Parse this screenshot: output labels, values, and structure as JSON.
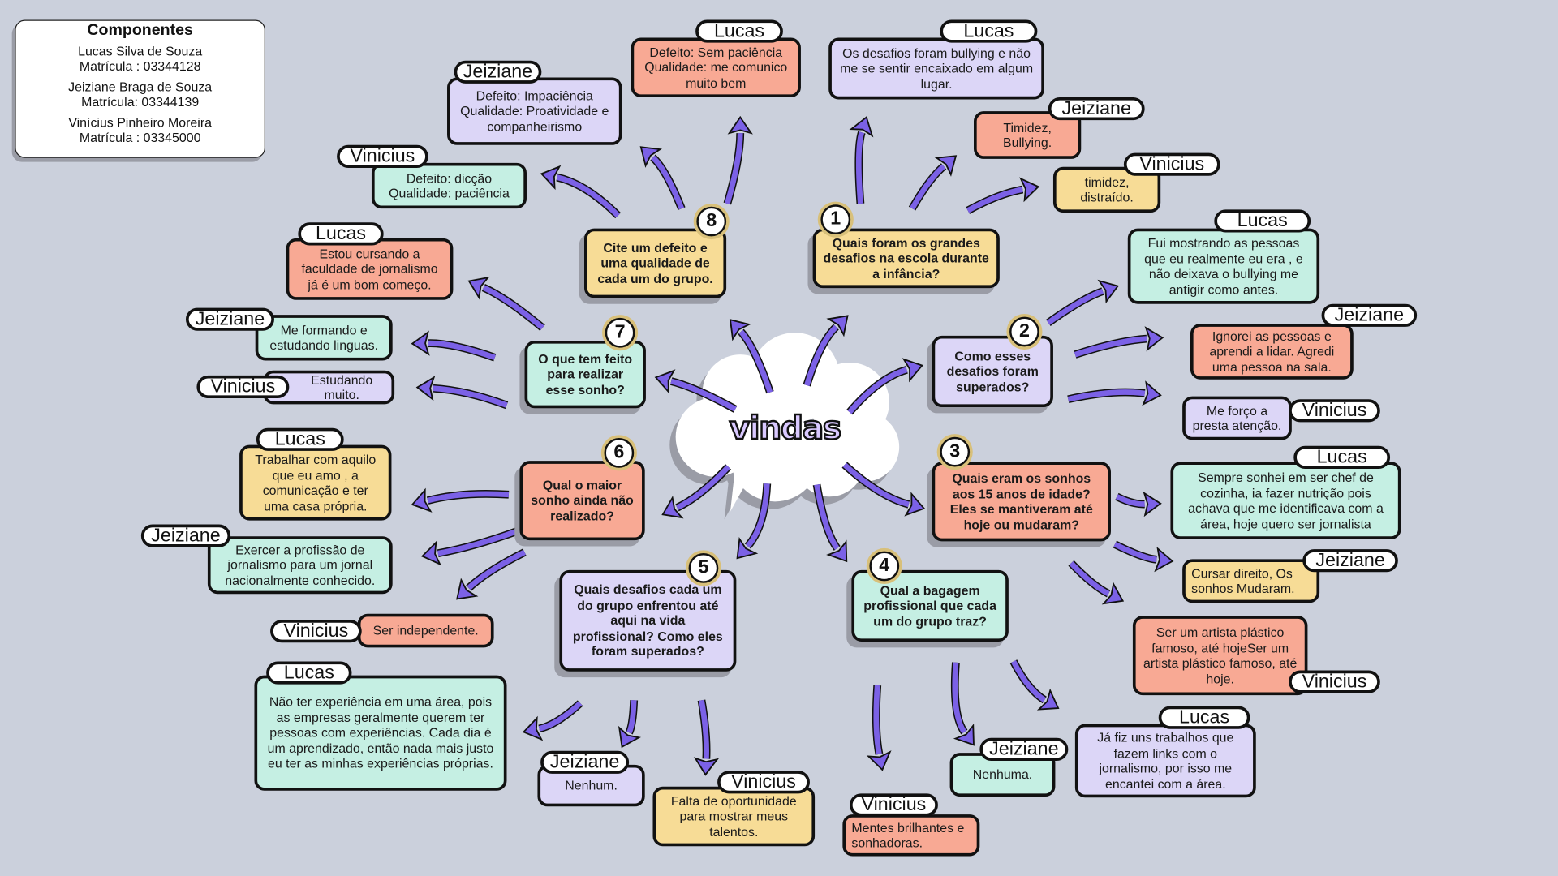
{
  "members": {
    "title": "Componentes",
    "list": [
      {
        "name": "Lucas Silva de Souza",
        "id": "Matrícula : 03344128"
      },
      {
        "name": "Jeiziane Braga de Souza",
        "id": "Matrícula: 03344139"
      },
      {
        "name": "Vinícius Pinheiro Moreira",
        "id": "Matrícula : 03345000"
      }
    ]
  },
  "center": "vindas",
  "colors": {
    "background": "#cbd0dc",
    "arrow": "#7b61e6",
    "yellow": "#f7dc96",
    "salmon": "#f8a994",
    "lavender": "#dcd6f7",
    "mint": "#c5efe3"
  },
  "questions": [
    {
      "num": "1",
      "text": "Quais foram os grandes desafios na escola durante a infância?",
      "answers": [
        {
          "who": "Lucas",
          "text": "Os desafios foram bullying e não me se sentir encaixado em algum lugar."
        },
        {
          "who": "Jeiziane",
          "text": "Timidez, Bullying."
        },
        {
          "who": "Vinicius",
          "text": "timidez, distraído."
        }
      ]
    },
    {
      "num": "2",
      "text": "Como esses desafios foram superados?",
      "answers": [
        {
          "who": "Lucas",
          "text": "Fui mostrando as pessoas que eu realmente eu era ,  e não deixava o bullying me antigir como antes."
        },
        {
          "who": "Jeiziane",
          "text": "Ignorei as pessoas e aprendi a lidar. Agredi uma pessoa na sala."
        },
        {
          "who": "Vinicius",
          "text": "Me forço a presta atenção."
        }
      ]
    },
    {
      "num": "3",
      "text": "Quais eram os sonhos aos 15 anos de idade? Eles se mantiveram até hoje ou mudaram?",
      "answers": [
        {
          "who": "Lucas",
          "text": "Sempre sonhei em ser chef de cozinha, ia fazer nutrição pois achava que me identificava com a área, hoje quero ser jornalista"
        },
        {
          "who": "Jeiziane",
          "text": "Cursar direito, Os sonhos Mudaram."
        },
        {
          "who": "Vinicius",
          "text": "Ser um artista plástico famoso, até hojeSer um artista plástico famoso, até hoje."
        }
      ]
    },
    {
      "num": "4",
      "text": "Qual a bagagem profissional que cada um do grupo traz?",
      "answers": [
        {
          "who": "Lucas",
          "text": "Já fiz uns trabalhos que fazem links com o jornalismo, por isso me encantei com a área."
        },
        {
          "who": "Jeiziane",
          "text": "Nenhuma."
        },
        {
          "who": "Vinicius",
          "text": "Mentes brilhantes e sonhadoras."
        }
      ]
    },
    {
      "num": "5",
      "text": "Quais desafios cada um do grupo enfrentou até aqui na vida profissional? Como eles foram superados?",
      "answers": [
        {
          "who": "Lucas",
          "text": "Não ter experiência em uma área, pois as empresas geralmente querem ter pessoas com experiências. Cada dia é um aprendizado, então nada mais justo eu ter as minhas experiências próprias."
        },
        {
          "who": "Jeiziane",
          "text": "Nenhum."
        },
        {
          "who": "Vinicius",
          "text": "Falta de oportunidade para mostrar meus talentos."
        }
      ]
    },
    {
      "num": "6",
      "text": "Qual o maior sonho ainda não realizado?",
      "answers": [
        {
          "who": "Lucas",
          "text": "Trabalhar com aquilo que eu amo , a comunicação e ter uma casa própria."
        },
        {
          "who": "Jeiziane",
          "text": "Exercer a profissão de jornalismo para um jornal nacionalmente conhecido."
        },
        {
          "who": "Vinicius",
          "text": "Ser independente."
        }
      ]
    },
    {
      "num": "7",
      "text": "O que tem feito para realizar esse sonho?",
      "answers": [
        {
          "who": "Lucas",
          "text": "Estou cursando a faculdade de jornalismo já é um bom começo."
        },
        {
          "who": "Jeiziane",
          "text": "Me formando e estudando linguas."
        },
        {
          "who": "Vinicius",
          "text": "Estudando muito."
        }
      ]
    },
    {
      "num": "8",
      "text": "Cite um defeito e uma qualidade de cada um do grupo.",
      "answers": [
        {
          "who": "Lucas",
          "text": "Defeito: Sem paciência Qualidade: me comunico muito bem"
        },
        {
          "who": "Jeiziane",
          "text": "Defeito: Impaciência Qualidade: Proatividade e companheirismo"
        },
        {
          "who": "Vinicius",
          "text": "Defeito: dicção Qualidade: paciência"
        }
      ]
    }
  ]
}
